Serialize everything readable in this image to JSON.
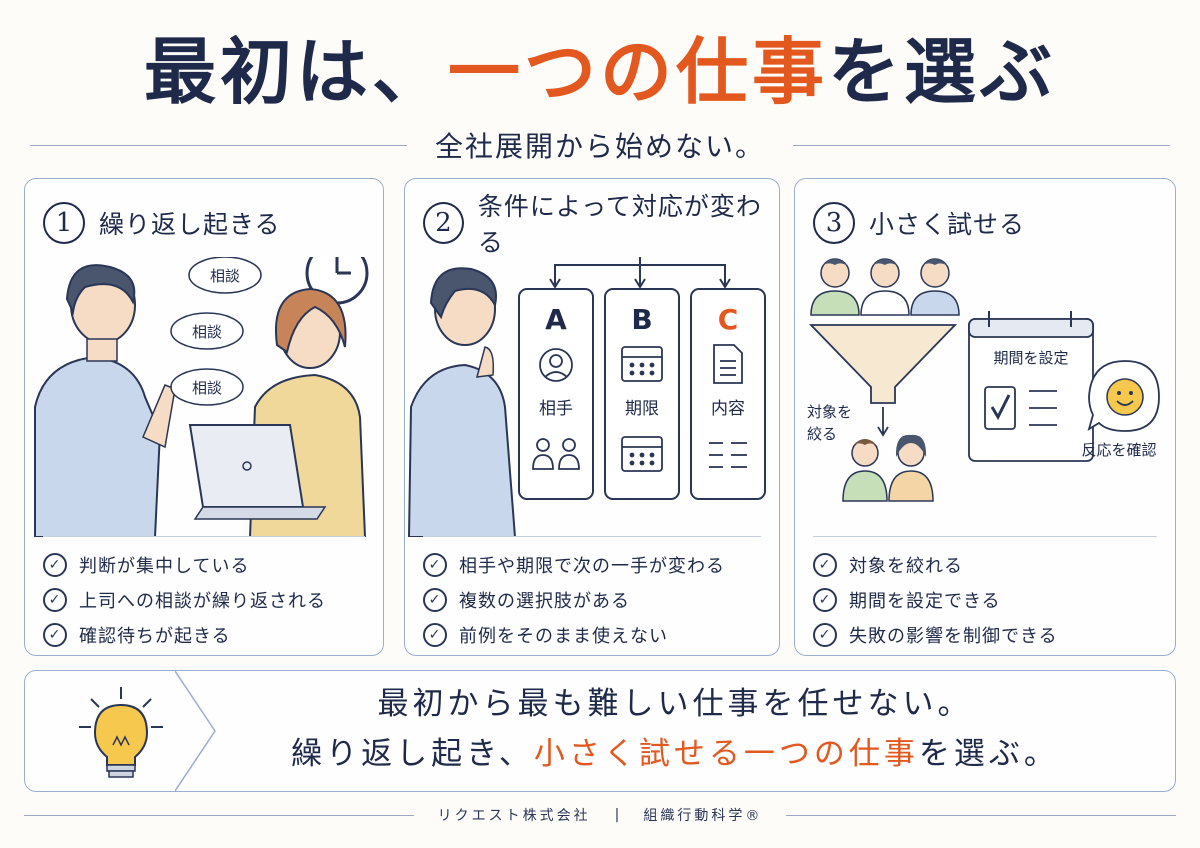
{
  "header": {
    "title_pre": "最初は、",
    "title_accent": "一つの仕事",
    "title_post": "を選ぶ",
    "subtitle": "全社展開から始めない。"
  },
  "cards": [
    {
      "number": "1",
      "title": "繰り返し起きる",
      "bubbles": [
        "相談",
        "相談",
        "相談"
      ],
      "checks": [
        "判断が集中している",
        "上司への相談が繰り返される",
        "確認待ちが起きる"
      ]
    },
    {
      "number": "2",
      "title": "条件によって対応が変わる",
      "options": [
        {
          "letter": "A",
          "label": "相手"
        },
        {
          "letter": "B",
          "label": "期限"
        },
        {
          "letter": "C",
          "label": "内容"
        }
      ],
      "checks": [
        "相手や期限で次の一手が変わる",
        "複数の選択肢がある",
        "前例をそのまま使えない"
      ]
    },
    {
      "number": "3",
      "title": "小さく試せる",
      "funnel_label_1": "対象を",
      "funnel_label_2": "絞る",
      "calendar_label": "期間を設定",
      "feedback_label": "反応を確認",
      "checks": [
        "対象を絞れる",
        "期間を設定できる",
        "失敗の影響を制御できる"
      ]
    }
  ],
  "bottom": {
    "line1": "最初から最も難しい仕事を任せない。",
    "line2_pre": "繰り返し起き、",
    "line2_accent": "小さく試せる一つの仕事",
    "line2_post": "を選ぶ。"
  },
  "footer": {
    "company": "リクエスト株式会社",
    "separator": "|",
    "tagline": "組織行動科学®"
  },
  "colors": {
    "navy": "#1f2a4a",
    "accent": "#e2581e",
    "border": "#9aaed0"
  }
}
